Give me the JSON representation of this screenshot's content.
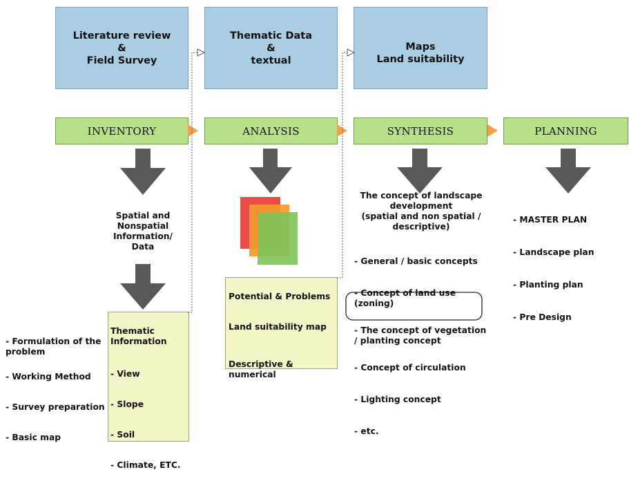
{
  "top_boxes": {
    "literature": "Literature review\n&\nField Survey",
    "thematic": "Thematic Data\n&\ntextual",
    "maps": "Maps\nLand suitability"
  },
  "stages": {
    "inventory": "INVENTORY",
    "analysis": "ANALYSIS",
    "synthesis": "SYNTHESIS",
    "planning": "PLANNING"
  },
  "inventory": {
    "spatial_info": "Spatial and\nNonspatial\nInformation/\nData",
    "left_list": [
      "- Formulation of the\nproblem",
      "- Working Method",
      "- Survey preparation",
      "- Basic map"
    ],
    "thematic_heading": "Thematic\nInformation",
    "thematic_items": [
      "- View",
      "- Slope",
      "- Soil",
      "- Climate, ETC."
    ]
  },
  "analysis": {
    "items": [
      "Potential & Problems",
      "Land suitability map",
      "Descriptive &\nnumerical"
    ]
  },
  "synthesis": {
    "heading": "The concept of landscape\ndevelopment\n(spatial and non spatial /\ndescriptive)",
    "items": [
      "- General / basic concepts",
      "- Concept of land use\n(zoning)",
      "- The concept of vegetation\n/ planting concept",
      "- Concept of circulation",
      "- Lighting concept",
      "- etc."
    ]
  },
  "planning": {
    "items": [
      "- MASTER PLAN",
      "- Landscape plan",
      "- Planting plan",
      "- Pre Design"
    ]
  },
  "colors": {
    "top_box": "#a9cde3",
    "stage_box": "#b6e08a",
    "connector_triangle": "#f2a04a",
    "note_box": "#f4f5c7",
    "down_arrow": "#595959",
    "layer_red": "#e8433e",
    "layer_orange": "#f29a2e",
    "layer_green": "#7dc25a"
  }
}
